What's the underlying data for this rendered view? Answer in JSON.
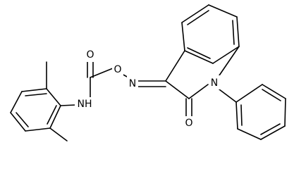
{
  "molecule": {
    "atom_labels": {
      "n_indole": "N",
      "o_carbonyl": "O",
      "n_oxime": "N",
      "o_oxime": "O",
      "o_carbamate": "O",
      "nh_amide": "NH"
    },
    "colors": {
      "bond": "#000000",
      "text": "#000000",
      "background": "#ffffff"
    }
  }
}
